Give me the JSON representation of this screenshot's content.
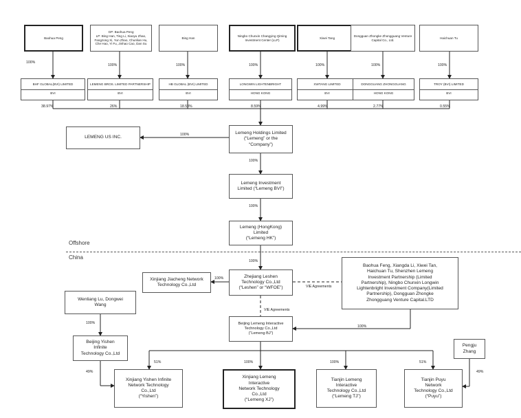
{
  "sections": {
    "offshore": "Offshore",
    "china": "China"
  },
  "owners": [
    {
      "name": "Baohua Peng",
      "pct": "100%"
    },
    {
      "name": "GP: Baohua Peng\nLP: Bing Han, Ting Li, Xiaoyu Zhao, Fangzong Xi, Yun Zhao, Chunlian Hu, Che Hao, Yi Fu, Jinhao Cao, Dan Su",
      "pct": "100%"
    },
    {
      "name": "Bing Han",
      "pct": "100%"
    },
    {
      "name": "Ningbo Chunxin Changying Qiming Investment Center (LLP)",
      "pct": "100%"
    },
    {
      "name": "Xiwei Tang",
      "pct": "100%"
    },
    {
      "name": "Dongguan Zhongke Zhongguang Venture Capital Co., Ltd.",
      "pct": "100%"
    },
    {
      "name": "Haichuan Tu",
      "pct": "100%"
    }
  ],
  "holding_entities": [
    {
      "name": "BHF GLOBAL(BVI) LIMITED",
      "jurisdiction": "BVI",
      "pct": "38.97%"
    },
    {
      "name": "LEMENG BROS. LIMITED PARTNERSHIP",
      "jurisdiction": "BVI",
      "pct": "26%"
    },
    {
      "name": "HB GLOBAL (BVI) LIMITED",
      "jurisdiction": "BVI",
      "pct": "18.53%"
    },
    {
      "name": "LONGWIN LIGHTENBRIGHT",
      "jurisdiction": "HONG KONG",
      "pct": "8.59%"
    },
    {
      "name": "XWTANG LIMITED",
      "jurisdiction": "BVI",
      "pct": "4.99%"
    },
    {
      "name": "DONGGUANG ZHONGGUANG",
      "jurisdiction": "HONG KONG",
      "pct": "2.77%"
    },
    {
      "name": "TROY (BVI) LIMITED",
      "jurisdiction": "BVI",
      "pct": "0.55%"
    }
  ],
  "holdings": "Lemeng Holdings Limited\n(“Lemeng” or the\n“Company”)",
  "us": {
    "name": "LEMENG US INC.",
    "pct": "100%"
  },
  "bvi": {
    "name": "Lemeng Investment\nLimited (“Lemeng BVI”)",
    "pct_in": "100%"
  },
  "hk": {
    "name": "Lemeng (HongKong)\nLimited\n(“Lemeng HK”)",
    "pct_in": "100%"
  },
  "wfoe": {
    "name": "Zhejiang Leshen\nTechnology Co.,Ltd\n(“Leshen” or “WFOE”)",
    "pct_in": "100%"
  },
  "jiacheng": {
    "name": "Xinjiang Jiacheng Network\nTechnology Co.,Ltd",
    "pct": "100%"
  },
  "vie_holders": {
    "name": "Baohua Feng, Xiangda Li, Xiwei Tan,\nHaichuan Tu, Shenzhen Lemeng\nInvestment Partnership (Limited\nPartnership), Ningbo Chunxin Longwin\nLightenbright Investment Company(Limited\nPartnership), Dongguan Zhongke\nZhongguang Venture Capital.LTD",
    "pct": "100%"
  },
  "vie_label_1": "VIE Agreements",
  "vie_label_2": "VIE Agreements",
  "bj": {
    "name": "Beijing Lemeng Interactive\nTechnology Co.,Ltd\n(“Lemeng BJ”)"
  },
  "wenliang": {
    "name": "Wenliang Lu, Dongwei\nWang",
    "pct": "100%"
  },
  "yishen_bj": {
    "name": "Beijing Yishen\nInfinite\nTechnology Co.,Ltd",
    "pct": "49%"
  },
  "pengju": {
    "name": "Pengju\nZhang",
    "pct": "49%"
  },
  "subsidiaries": [
    {
      "name": "Xinjiang Yishen Infinite\nNetwork Technology\nCo.,Ltd\n(“Yishen”)",
      "pct": "51%"
    },
    {
      "name": "Xinjiang Lemeng\nInteractive\nNetwork Technology\nCo.,Ltd\n(“Lemeng XJ”)",
      "pct": "100%"
    },
    {
      "name": "Tianjin Lemeng\nInteractive\nTechnology Co.,Ltd\n(“Lemeng TJ”)",
      "pct": "100%"
    },
    {
      "name": "Tianjin Puyu\nNetwork\nTechnology Co.,Ltd\n(“Puyu”)",
      "pct": "51%"
    }
  ]
}
